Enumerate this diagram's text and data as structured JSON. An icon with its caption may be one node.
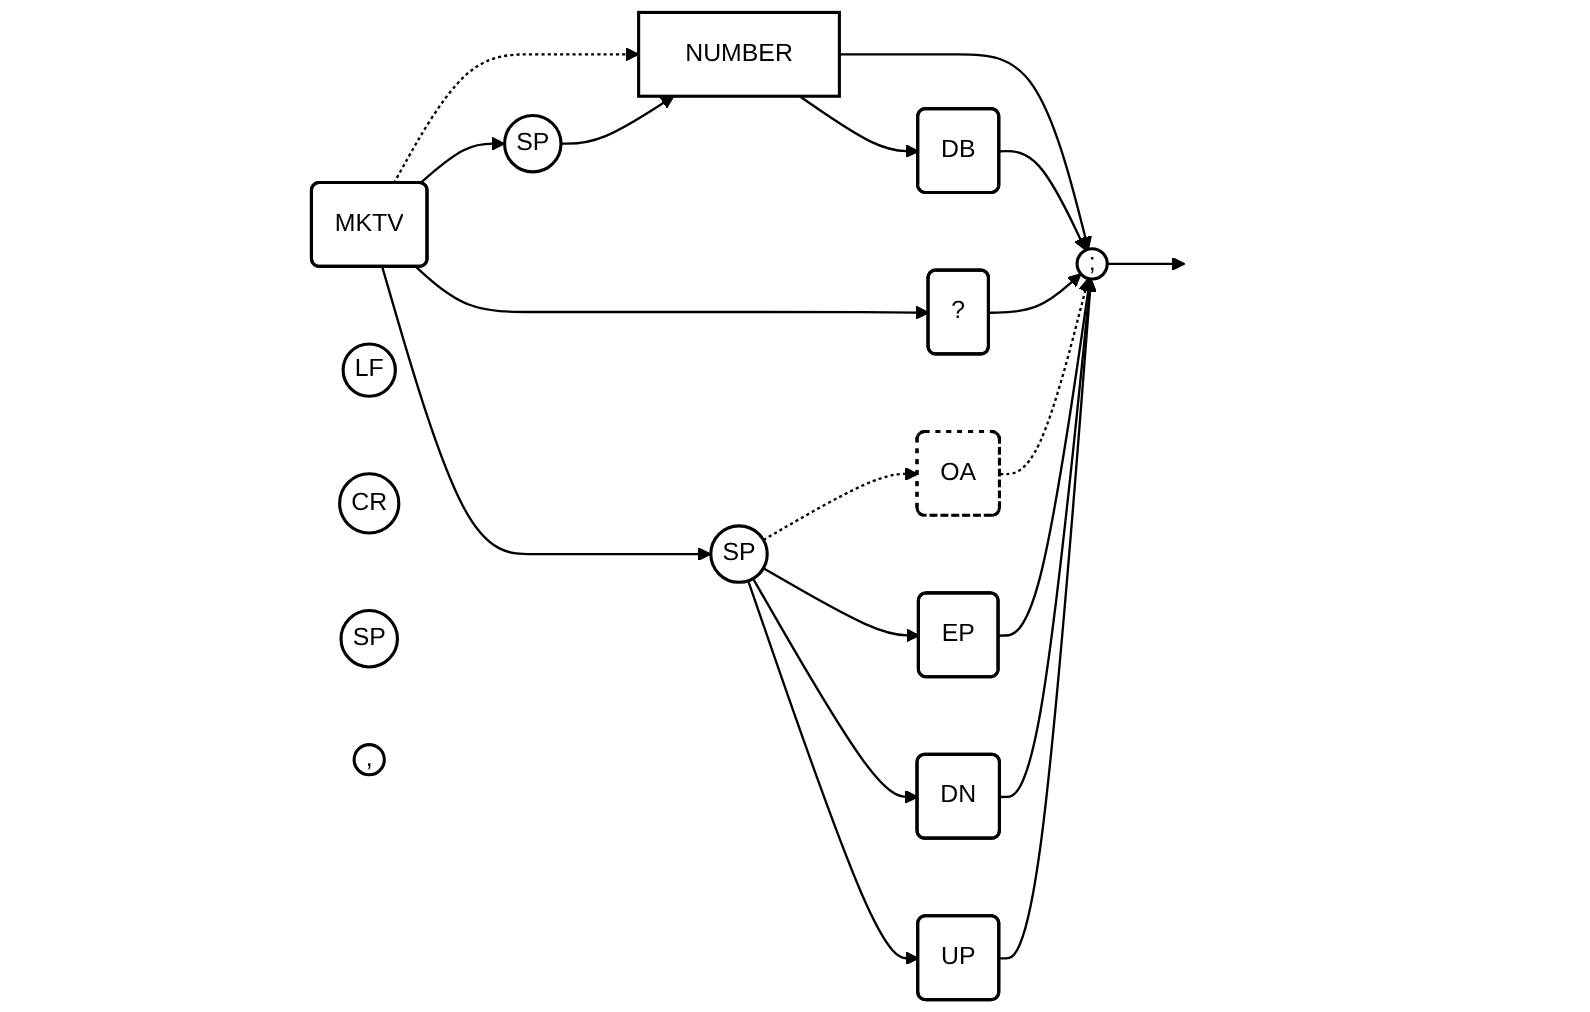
{
  "diagram": {
    "nodes": [
      {
        "text": [
          "MKTV"
        ]
      },
      {
        "text": [
          "?"
        ]
      },
      {
        "text": [
          "SP"
        ]
      },
      {
        "text": [
          "OA"
        ]
      },
      {
        "text": [
          "EP"
        ]
      },
      {
        "text": [
          "DN"
        ]
      },
      {
        "text": [
          "UP"
        ]
      },
      {
        "text": [
          "SP"
        ]
      },
      {
        "text": [
          "NUMBER"
        ]
      },
      {
        "text": [
          "DB"
        ]
      },
      {
        "text": [
          ";"
        ]
      },
      {
        "text": [
          "LF"
        ]
      },
      {
        "text": [
          "CR"
        ]
      },
      {
        "text": [
          "SP"
        ]
      },
      {
        "text": [
          ","
        ]
      }
    ],
    "edges": [
      {
        "from": 0,
        "to": 1,
        "arrow": "to"
      },
      {
        "from": 0,
        "to": 2,
        "arrow": "to"
      },
      {
        "from": 0,
        "to": 7,
        "arrow": "to"
      },
      {
        "from": 0,
        "to": 8,
        "arrow": "to",
        "style": "dashed"
      },
      {
        "from": 2,
        "to": 3,
        "arrow": "to",
        "style": "dashed"
      },
      {
        "from": 2,
        "to": 4,
        "arrow": "to"
      },
      {
        "from": 2,
        "to": 5,
        "arrow": "to"
      },
      {
        "from": 2,
        "to": 6,
        "arrow": "to"
      },
      {
        "from": 7,
        "to": 8,
        "arrow": "to"
      },
      {
        "from": 8,
        "to": 9,
        "arrow": "to"
      },
      {
        "from": 8,
        "to": 10,
        "arrow": "to"
      },
      {
        "from": 9,
        "to": 10,
        "arrow": "to"
      },
      {
        "from": 1,
        "to": 10,
        "arrow": "to"
      },
      {
        "from": 3,
        "to": 10,
        "arrow": "to",
        "style": "dashed"
      },
      {
        "from": 4,
        "to": 10,
        "arrow": "to"
      },
      {
        "from": 5,
        "to": 10,
        "arrow": "to"
      },
      {
        "from": 6,
        "to": 10,
        "arrow": "to"
      },
      {
        "from": 10,
        "to": null,
        "arrow": "to"
      }
    ]
  }
}
